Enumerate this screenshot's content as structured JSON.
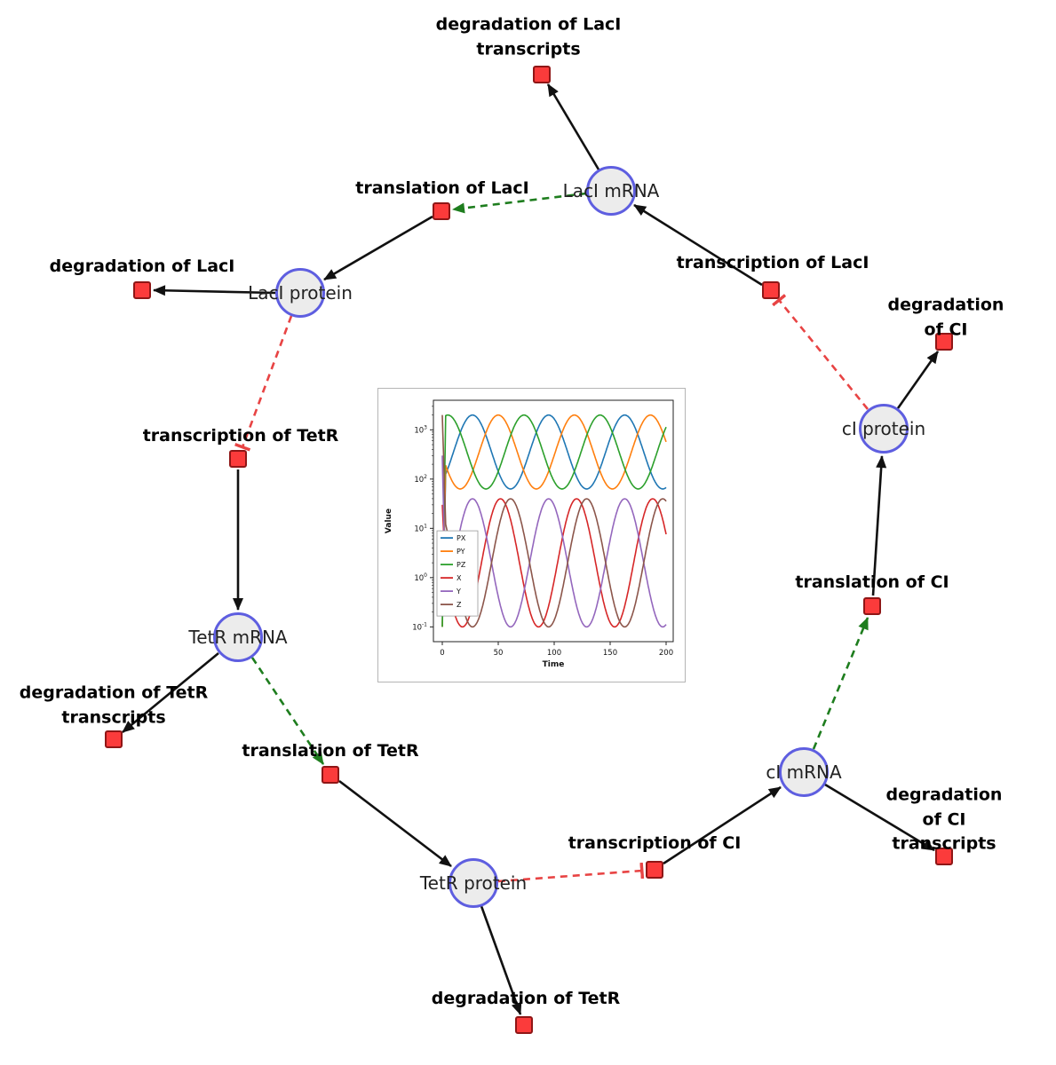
{
  "diagram": {
    "species": [
      {
        "id": "laci-mrna",
        "label": "LacI mRNA"
      },
      {
        "id": "laci-protein",
        "label": "LacI protein"
      },
      {
        "id": "tetr-mrna",
        "label": "TetR mRNA"
      },
      {
        "id": "tetr-protein",
        "label": "TetR protein"
      },
      {
        "id": "ci-mrna",
        "label": "cI mRNA"
      },
      {
        "id": "ci-protein",
        "label": "cI protein"
      }
    ],
    "reactions": [
      {
        "id": "deg-laci-transcripts",
        "label": "degradation of LacI\ntranscripts"
      },
      {
        "id": "translation-laci",
        "label": "translation of LacI"
      },
      {
        "id": "transcription-laci",
        "label": "transcription of LacI"
      },
      {
        "id": "deg-laci",
        "label": "degradation of LacI"
      },
      {
        "id": "transcription-tetr",
        "label": "transcription of TetR"
      },
      {
        "id": "deg-ci",
        "label": "degradation of CI"
      },
      {
        "id": "translation-ci",
        "label": "translation of CI"
      },
      {
        "id": "deg-tetr-transcripts",
        "label": "degradation of TetR\ntranscripts"
      },
      {
        "id": "translation-tetr",
        "label": "translation of TetR"
      },
      {
        "id": "transcription-ci",
        "label": "transcription of CI"
      },
      {
        "id": "deg-ci-transcripts",
        "label": "degradation of CI\ntranscripts"
      },
      {
        "id": "deg-tetr",
        "label": "degradation of TetR"
      }
    ],
    "edge_colors": {
      "reaction": "#111111",
      "activation": "#1e7d1e",
      "inhibition": "#e84444"
    },
    "node_colors": {
      "species_fill": "#ececec",
      "species_border": "#5e5ee0",
      "reaction_fill": "#fb3b3b",
      "reaction_border": "#8f1616"
    }
  },
  "chart_data": {
    "type": "line",
    "title": "",
    "xlabel": "Time",
    "ylabel": "Value",
    "yscale": "log",
    "x_range": [
      0,
      200
    ],
    "xticks": [
      0,
      50,
      100,
      150,
      200
    ],
    "ytick_base": "10",
    "ytick_exponents": [
      -1,
      0,
      1,
      2,
      3
    ],
    "ylim_log": [
      -1.3,
      3.6
    ],
    "legend_position": "lower left",
    "description": "Repressilator simulation: protein concentrations PX, PY, PZ oscillate between ~60 and ~2000; mRNA levels X, Y, Z oscillate between ~0.1 and ~40 with period ~68 time units; log-scale y axis. Series modeled as value(t)=10^(base+amp*sin(2*pi*(t-phase)/period)) after an initial transient from 'start'.",
    "series": [
      {
        "name": "PX",
        "color": "#1f77b4",
        "base": 2.55,
        "amp": 0.75,
        "period": 68,
        "phase": 10,
        "start": 0.1
      },
      {
        "name": "PY",
        "color": "#ff7f0e",
        "base": 2.55,
        "amp": 0.75,
        "period": 68,
        "phase": 33,
        "start": 0.1
      },
      {
        "name": "PZ",
        "color": "#2ca02c",
        "base": 2.55,
        "amp": 0.75,
        "period": 68,
        "phase": 56,
        "start": 0.1
      },
      {
        "name": "X",
        "color": "#d62728",
        "base": 0.3,
        "amp": 1.3,
        "period": 68,
        "phase": 35,
        "start": 30
      },
      {
        "name": "Y",
        "color": "#9467bd",
        "base": 0.3,
        "amp": 1.3,
        "period": 68,
        "phase": 78,
        "start": 300
      },
      {
        "name": "Z",
        "color": "#8c564b",
        "base": 0.3,
        "amp": 1.3,
        "period": 68,
        "phase": 112,
        "start": 2000
      }
    ]
  }
}
